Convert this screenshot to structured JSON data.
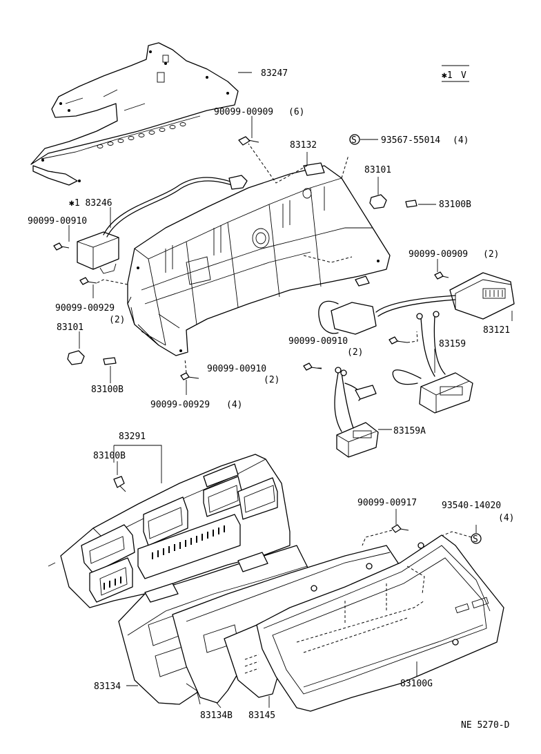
{
  "variant": {
    "marker": "✱1",
    "letter": "V"
  },
  "diagram_code": "NE  5270-D",
  "circled_s": "S",
  "parts": [
    {
      "id": "p83247",
      "part_no": "83247"
    },
    {
      "id": "p90099_00909_6",
      "part_no": "90099-00909",
      "qty": "(6)"
    },
    {
      "id": "p83132",
      "part_no": "83132"
    },
    {
      "id": "p93567",
      "part_no": "93567-55014",
      "qty": "(4)"
    },
    {
      "id": "p83101_a",
      "part_no": "83101"
    },
    {
      "id": "p83100b_a",
      "part_no": "83100B"
    },
    {
      "id": "p83246",
      "part_no": "✱1  83246"
    },
    {
      "id": "p90099_00910_a",
      "part_no": "90099-00910"
    },
    {
      "id": "p90099_00909_2",
      "part_no": "90099-00909",
      "qty": "(2)"
    },
    {
      "id": "p90099_00929_2",
      "part_no": "90099-00929",
      "qty": "(2)"
    },
    {
      "id": "p83121",
      "part_no": "83121"
    },
    {
      "id": "p83101_b",
      "part_no": "83101"
    },
    {
      "id": "p90099_00910_b",
      "part_no": "90099-00910",
      "qty": "(2)"
    },
    {
      "id": "p83159",
      "part_no": "83159"
    },
    {
      "id": "p90099_00910_c",
      "part_no": "90099-00910",
      "qty": "(2)"
    },
    {
      "id": "p83100b_b",
      "part_no": "83100B"
    },
    {
      "id": "p90099_00929_4",
      "part_no": "90099-00929",
      "qty": "(4)"
    },
    {
      "id": "p83159a",
      "part_no": "83159A"
    },
    {
      "id": "p83291",
      "part_no": "83291"
    },
    {
      "id": "p83100b_c",
      "part_no": "83100B"
    },
    {
      "id": "p90099_00917",
      "part_no": "90099-00917"
    },
    {
      "id": "p93540",
      "part_no": "93540-14020",
      "qty": "(4)"
    },
    {
      "id": "p83134",
      "part_no": "83134"
    },
    {
      "id": "p83100g",
      "part_no": "83100G"
    },
    {
      "id": "p83134b",
      "part_no": "83134B"
    },
    {
      "id": "p83145",
      "part_no": "83145"
    }
  ]
}
